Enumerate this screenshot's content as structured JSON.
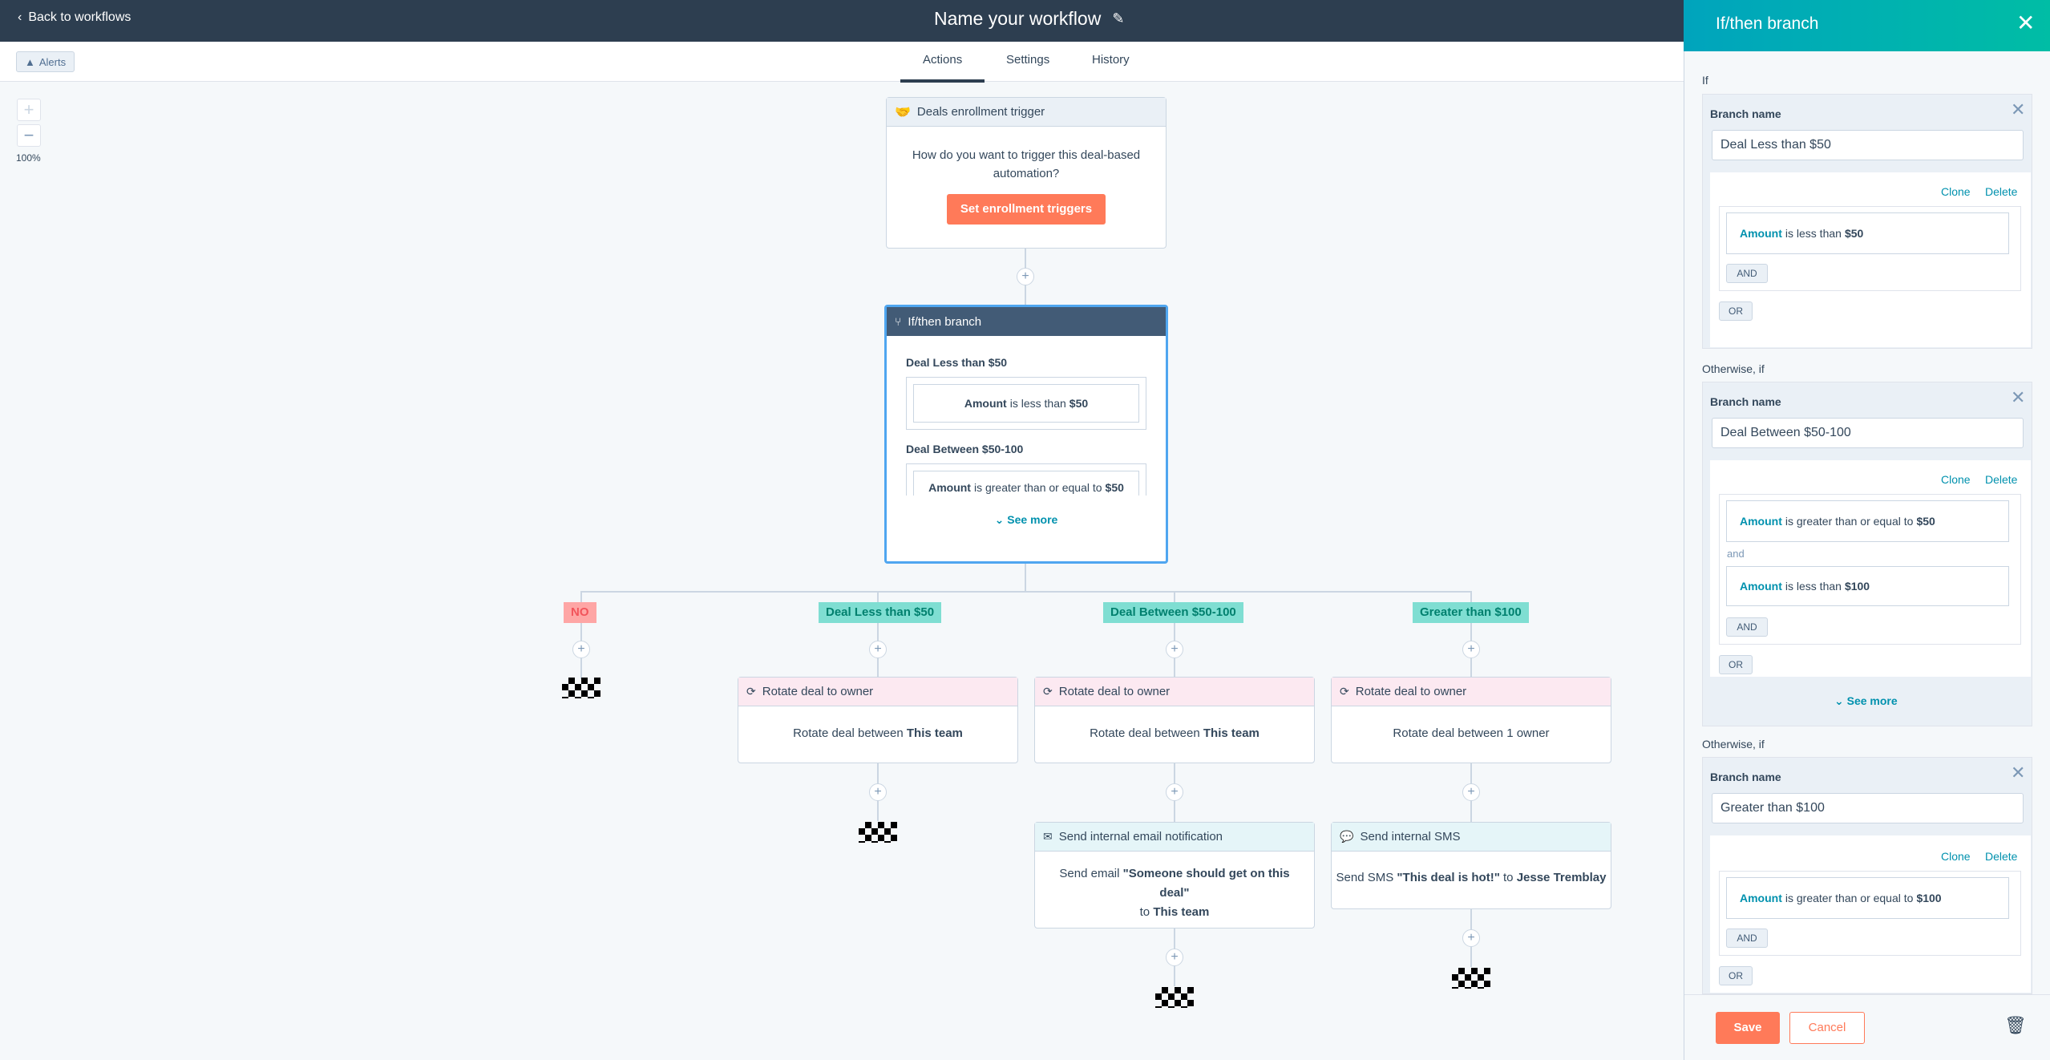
{
  "header": {
    "back_label": "Back to workflows",
    "workflow_title": "Name your workflow",
    "alerts_label": "Alerts",
    "tabs": [
      {
        "label": "Actions",
        "active": true
      },
      {
        "label": "Settings",
        "active": false
      },
      {
        "label": "History",
        "active": false
      }
    ]
  },
  "zoom": {
    "plus": "+",
    "minus": "−",
    "level": "100%"
  },
  "trigger_card": {
    "title": "Deals enrollment trigger",
    "question": "How do you want to trigger this deal-based automation?",
    "button_label": "Set enrollment triggers"
  },
  "branch_card": {
    "title": "If/then branch",
    "branches": [
      {
        "name": "Deal Less than $50",
        "prop": "Amount",
        "op": "is less than",
        "value": "$50"
      },
      {
        "name": "Deal Between $50-100",
        "prop": "Amount",
        "op": "is greater than or equal to",
        "value": "$50"
      }
    ],
    "see_more": "See more"
  },
  "plus": "+",
  "branch_labels": [
    {
      "label": "NO",
      "bg": "#fea6a5",
      "color": "#f2545b"
    },
    {
      "label": "Deal Less than $50",
      "bg": "#7fded2",
      "color": "#00a38d"
    },
    {
      "label": "Deal Between $50-100",
      "bg": "#7fded2",
      "color": "#00a38d"
    },
    {
      "label": "Greater than $100",
      "bg": "#7fded2",
      "color": "#00a38d"
    }
  ],
  "rotate_cards": [
    {
      "title": "Rotate deal to owner",
      "text": "Rotate deal between ",
      "bold": "This team"
    },
    {
      "title": "Rotate deal to owner",
      "text": "Rotate deal between ",
      "bold": "This team"
    },
    {
      "title": "Rotate deal to owner",
      "text": "Rotate deal between 1 owner",
      "bold": ""
    }
  ],
  "email_card": {
    "title": "Send internal email notification",
    "pre": "Send email ",
    "quote": "\"Someone should get on this deal\"",
    "mid": " to ",
    "target": "This team"
  },
  "sms_card": {
    "title": "Send internal SMS",
    "pre": "Send SMS ",
    "quote": "\"This deal is hot!\"",
    "mid": " to ",
    "target": "Jesse Tremblay"
  },
  "panel": {
    "title": "If/then branch",
    "if_label": "If",
    "otherwise_label": "Otherwise, if",
    "branch_name_label": "Branch name",
    "clone": "Clone",
    "delete": "Delete",
    "and_chip": "AND",
    "or_chip": "OR",
    "and_text": "and",
    "see_more": "See more",
    "save": "Save",
    "cancel": "Cancel",
    "branches": [
      {
        "name": "Deal Less than $50",
        "c1_prop": "Amount",
        "c1_op": "is less than",
        "c1_val": "$50"
      },
      {
        "name": "Deal Between $50-100",
        "c1_prop": "Amount",
        "c1_op": "is greater than or equal to",
        "c1_val": "$50",
        "c2_prop": "Amount",
        "c2_op": "is less than",
        "c2_val": "$100"
      },
      {
        "name": "Greater than $100",
        "c1_prop": "Amount",
        "c1_op": "is greater than or equal to",
        "c1_val": "$100"
      }
    ]
  },
  "colors": {
    "accent": "#ff7a59",
    "teal": "#0091ae",
    "header": "#2d3e50",
    "selected": "#4fa6f0"
  }
}
